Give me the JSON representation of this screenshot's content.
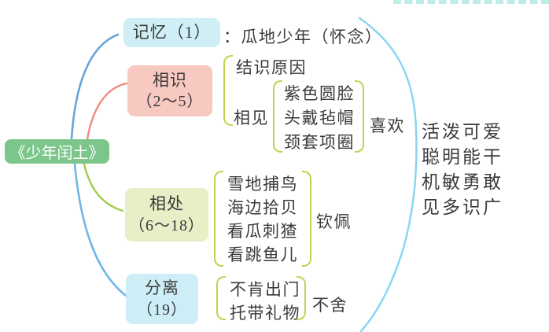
{
  "root": {
    "label": "《少年闰土》"
  },
  "memory": {
    "node_label": "记忆（1）",
    "desc": "：瓜地少年（怀念）"
  },
  "meet": {
    "line1": "相识",
    "line2": "（2～5）",
    "reason": "结识原因",
    "sub_label": "相见",
    "items": [
      "紫色圆脸",
      "头戴毡帽",
      "颈套项圈"
    ],
    "feeling": "喜欢"
  },
  "together": {
    "line1": "相处",
    "line2": "（6～18）",
    "items": [
      "雪地捕鸟",
      "海边拾贝",
      "看瓜刺猹",
      "看跳鱼儿"
    ],
    "feeling": "钦佩"
  },
  "part": {
    "line1": "分离",
    "line2": "（19）",
    "items": [
      "不肯出门",
      "托带礼物"
    ],
    "feeling": "不舍"
  },
  "summary": {
    "lines": [
      "活泼可爱",
      "聪明能干",
      "机敏勇敢",
      "见多识广"
    ]
  },
  "colors": {
    "root_bg": "#7cc68b",
    "memory_bg": "#d0eef6",
    "meet_bg": "#f7c9c0",
    "together_bg": "#e9eec7",
    "part_bg": "#cdeef7",
    "bracket": "#b6d84f",
    "branch_memory": "#68a4d9",
    "branch_meet": "#f18a7c",
    "branch_together": "#a3cb4a",
    "branch_part": "#6fb6e8",
    "big_curve": "#85d5f2",
    "deco": "#b4e9e1",
    "text": "#3a3a3a"
  }
}
